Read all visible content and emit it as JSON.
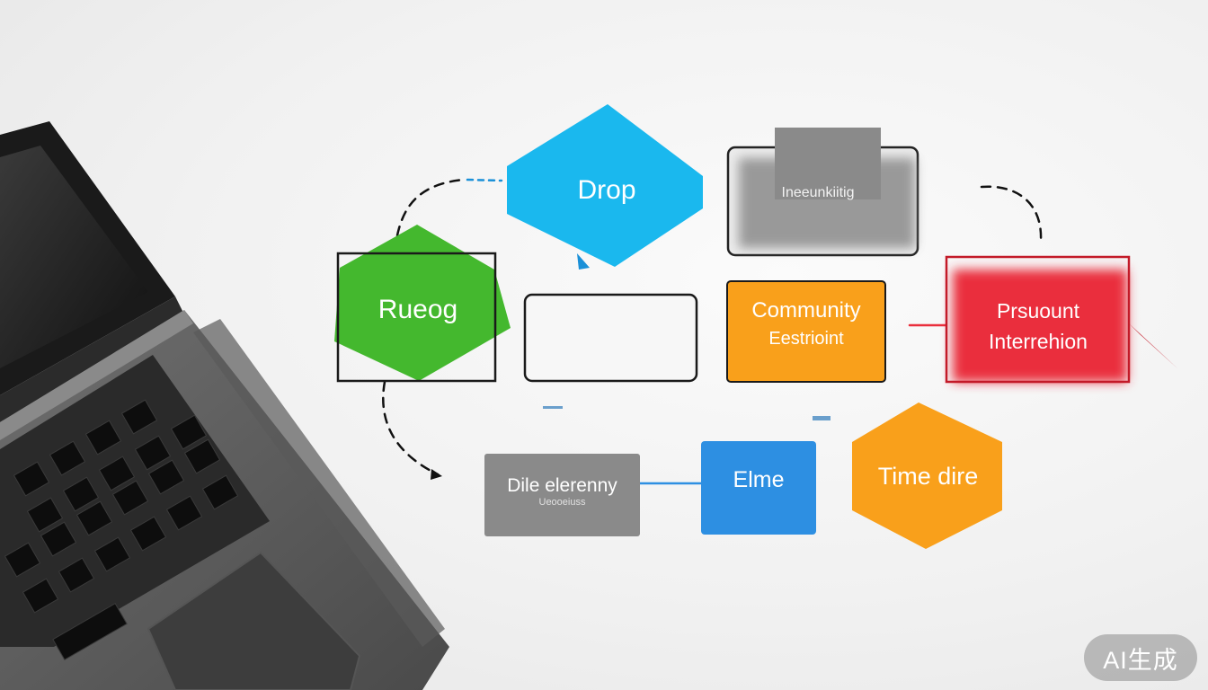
{
  "nodes": {
    "drop": "Drop",
    "gray_top": "Ineeunkiitig",
    "green": "Rueog",
    "orange_box": {
      "line1": "Community",
      "line2": "Eestrioint"
    },
    "red_box": {
      "line1": "Prsuount",
      "line2": "Interrehion"
    },
    "gray_bottom": {
      "line1": "Dile elerenny",
      "line2": "Ueooeiuss"
    },
    "blue_box": "Elme",
    "hexagon": "Time dire"
  },
  "watermark": "AI生成",
  "colors": {
    "blue": "#1ab8ee",
    "green": "#44b82e",
    "orange": "#f9a01b",
    "red": "#ea2f3c",
    "gray": "#8a8a8a",
    "blue2": "#2d8fe2"
  }
}
